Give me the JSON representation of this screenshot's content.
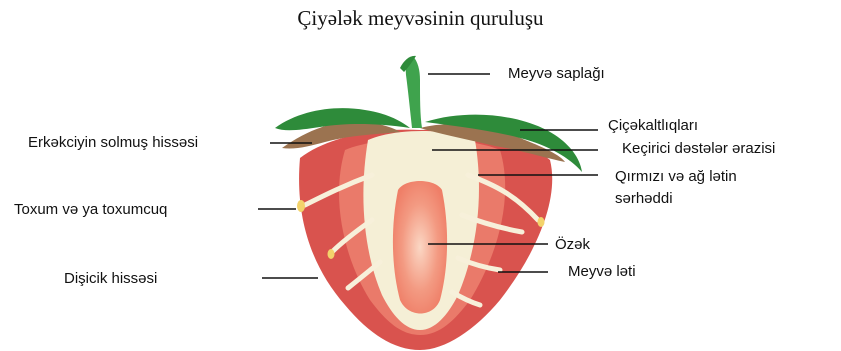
{
  "title": "Çiyələk meyvəsinin quruluşu",
  "labels": {
    "stalk": "Meyvə saplağı",
    "sepals": "Çiçəkaltlıqları",
    "vascular": "Keçirici dəstələr ərazisi",
    "boundary_line1": "Qırmızı və ağ lətin",
    "boundary_line2": "sərhəddi",
    "core": "Özək",
    "flesh": "Meyvə ləti",
    "stamen": "Erkəkciyin solmuş hissəsi",
    "seed": "Toxum və ya toxumcuq",
    "pistil": "Dişicik hissəsi"
  },
  "colors": {
    "flesh_red": "#d9534e",
    "flesh_light": "#e77a6a",
    "pith_cream": "#f5efd6",
    "core_pink": "#f07f6a",
    "leaf_green": "#2e8b3a",
    "stalk_green": "#3fa34d",
    "stamen_brown": "#9b7350",
    "seed_yellow": "#f3d36b"
  }
}
